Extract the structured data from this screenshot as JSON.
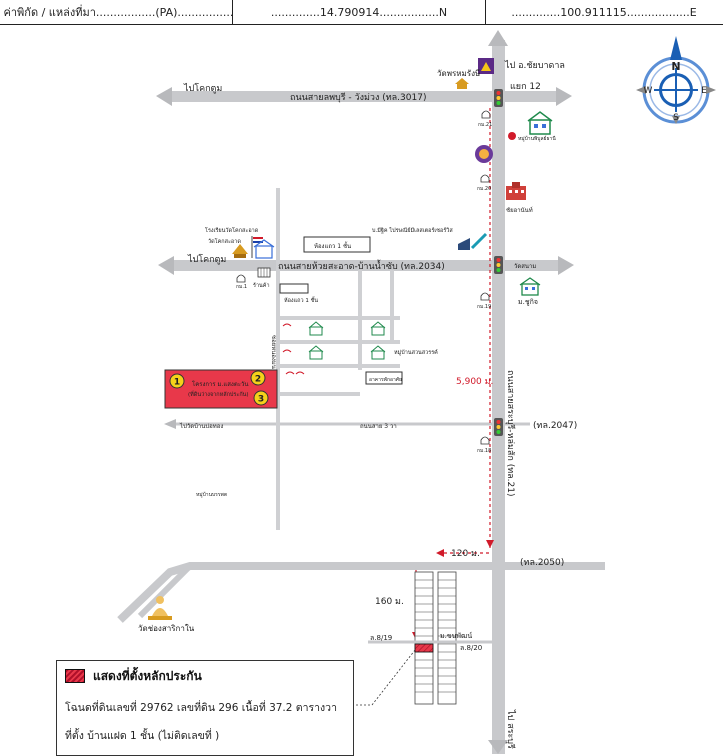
{
  "header": {
    "coord_label": "ค่าพิกัด / แหล่งที่มา",
    "coord_source": "(PA)",
    "lat": "14.790914",
    "lat_suffix": "N",
    "lon": "100.911115",
    "lon_suffix": "E"
  },
  "compass": {
    "n": "N",
    "s": "S",
    "e": "E",
    "w": "W"
  },
  "roads": {
    "r3017": "ถนนสายลพบุรี - วังม่วง (ทล.3017)",
    "r2034": "ถนนสายห้วยสะอาด-บ้านน้ำซับ (ทล.2034)",
    "r21": "ถนนสายสระบุรี-หล่มสัก (ทล.21)",
    "r2047": "(ทล.2047)",
    "r2050": "(ทล.2050)",
    "side_road": "ถนนสาย 3 วา",
    "lane_vertical": "ซอยหนองมน"
  },
  "directions": {
    "to_khoktum_1": "ไปโคกตูม",
    "to_khoktum_2": "ไปโคกตูม",
    "to_chaibadan": "ไป อ.ชัยบาดาล",
    "to_saraburi": "ไป สระบุรี",
    "to_bo_tham": "ไปวัดบ้านบ่อทอง"
  },
  "places": {
    "wat_phrommarangsi": "วัดพรหมรังษี",
    "junction12": "แยก 12",
    "km21": "กม.21",
    "km20": "กม.20",
    "km19": "กม.19",
    "km18": "กม.18",
    "km1": "กม.1",
    "village_phibunthani": "หมู่บ้านพิบูลย์ธานี",
    "police": "ชัยอานันท์",
    "school": "โรงเรียนวัดโคกสะอาด",
    "wat_khoksaad": "วัดโคกสะอาด",
    "shop": "ร้านค้า",
    "townhouse_top": "ห้องแถว 1 ชั้น",
    "townhouse_low": "ห้องแถว 1 ชั้น",
    "company": "บ.มีฐิค ไปรษณีย์มีเลสเตอร์เซอร์วิส",
    "wat_sanam": "วัดสนาม",
    "village_suke": "ม.ชูกิจ",
    "village_sawan": "หมู่บ้านสวนสวรรค์",
    "building_small": "อาคารพักอาศัย",
    "village_panorpa": "หมู่บ้านบรรพต",
    "target_name": "โครงการ ม.แสงตะวัน",
    "target_sub": "(ที่ดินว่างจากหลักประกัน)",
    "wat_chongsakrakan": "วัดช่องสาริกาใน",
    "soi_8_19": "ล.8/19",
    "soi_8_20": "ล.8/20",
    "moo_panpat": "ม.ขนพัฒน์",
    "num1": "1",
    "num2": "2",
    "num3": "3"
  },
  "distances": {
    "d5900": "5,900 ม.",
    "d120": "120 ม.",
    "d160": "160 ม."
  },
  "legend": {
    "title": "แสดงที่ตั้งหลักประกัน",
    "line2": "โฉนดที่ดินเลขที่ 29762 เลขที่ดิน 296 เนื้อที่ 37.2 ตารางวา",
    "line3": "ที่ตั้ง บ้านแฝด 1 ชั้น (ไม่ติดเลขที่ )"
  },
  "colors": {
    "road": "#c8c9cc",
    "route": "#d11a2a",
    "collateral": "#e8384a",
    "compass": "#1a5fb4"
  }
}
